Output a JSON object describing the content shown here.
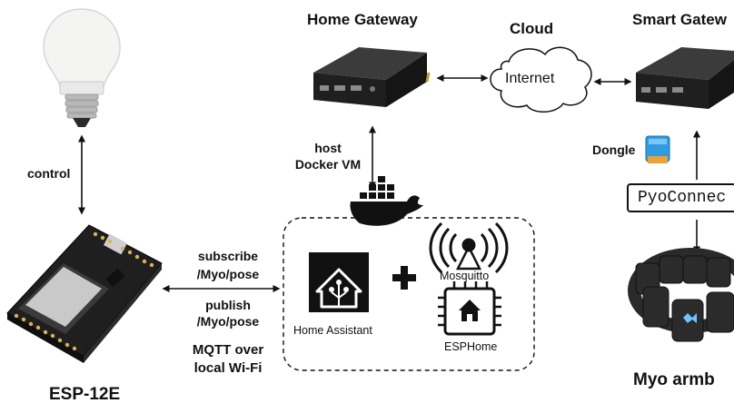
{
  "diagram": {
    "home_gateway_title": "Home Gateway",
    "cloud_title": "Cloud",
    "smart_gateway_title": "Smart Gatew",
    "cloud_label": "Internet",
    "control_label": "control",
    "host_label_line1": "host",
    "host_label_line2": "Docker VM",
    "dongle_label": "Dongle",
    "pyoconnect_label": "PyoConnec",
    "subscribe_line1": "subscribe",
    "subscribe_line2": "/Myo/pose",
    "publish_line1": "publish",
    "publish_line2": "/Myo/pose",
    "mqtt_line1": "MQTT over",
    "mqtt_line2": "local Wi-Fi",
    "home_assistant_label": "Home Assistant",
    "mosquitto_label": "Mosquitto",
    "esphome_label": "ESPHome",
    "esp_board_title": "ESP-12E",
    "myo_title": "Myo armb"
  },
  "colors": {
    "line": "#111111",
    "docker_whale": "#111111",
    "dongle_blue": "#2f9be0",
    "dongle_orange": "#e8a33c",
    "board_dark": "#1f1f1f"
  },
  "icons": [
    "lightbulb-icon",
    "docker-icon",
    "home-assistant-icon",
    "mosquitto-icon",
    "esphome-icon",
    "dongle-icon",
    "gateway-device-icon",
    "esp-board-icon",
    "myo-armband-icon"
  ]
}
